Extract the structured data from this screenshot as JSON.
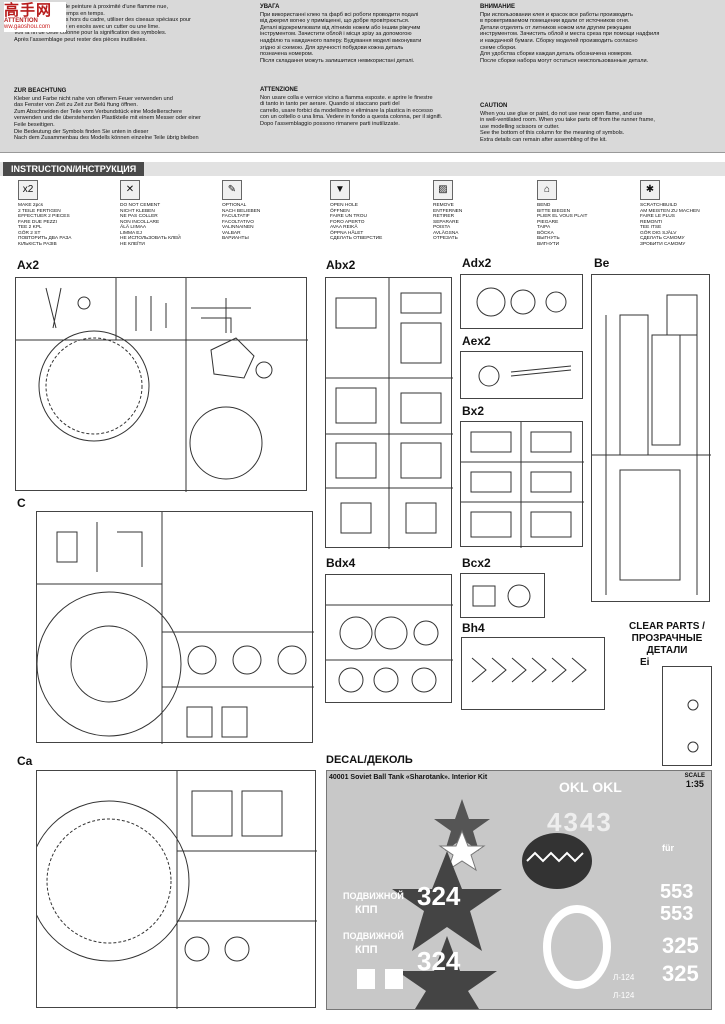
{
  "logo": {
    "brand": "高手网",
    "attention": "ATTENTION",
    "url": "ww.gaoshou.com"
  },
  "warnings": [
    {
      "id": "fr",
      "title": "",
      "text": "...tuliser de colle ou de peinture à proximité d'une flamme nue,\net aérer la pièce de temps en temps.\nPour retirer les pièces hors du cadre, utiliser des ciseaux spéciaux pour\nmaquette le plastique en excès avec un cutter ou une lime.\nVoir la fin de cette colonne pour la signification des symboles.\nAprès l'assemblage peut rester des pièces inutilisées."
    },
    {
      "id": "de",
      "title": "ZUR BEACHTUNG",
      "text": "Kleber und Farbe nicht nahe von offenem Feuer verwenden und\ndas Fenster von Zeit zu Zeit zur Belü ftung öffnen.\nZum Abschneiden der Teile vom Verbundstück eine Modellierschere\nverwenden und die überstehenden Plastikteile mit einem Messer oder einer\nFeile beseitigen.\nDie Bedeutung der Symbols finden Sie unten in dieser\nNach dem Zusammenbau des Modells können einzelne Teile übrig bleiben"
    },
    {
      "id": "ua",
      "title": "УВАГА",
      "text": "При використанні клею та фарб всі роботи проводити подалі\nвід джерел вогню у приміщенні, що добре провітрюється.\nДеталі відокремлювати від літників ножем або іншим ріжучим\nінструментом. Зачистити облой і місця зрізу за допомогою\nнадфілю та наждачного паперу. Будування моделі виконувати\nзгідно зі схемою. Для зручності побудови кожна деталь\nпозначена номером.\nПісля складання можуть залишитися невикористані деталі."
    },
    {
      "id": "it",
      "title": "ATTENZIONE",
      "text": "Non usare colla e vernice vicino a fiamma esposte. e aprire le finestre\ndi tanto in tanto per aerare. Quando si staccano parti del\ncarrello, usare forbici da modellismo e eliminare la plastica in eccesso\ncon un coltello o una lima. Vedere in fondo a questa colonna, per il signifi.\nDopo l'assemblaggio possono rimanere parti inutilizzate."
    },
    {
      "id": "ru",
      "title": "ВНИМАНИЕ",
      "text": "При использовании клея и красок все работы производить\nв проветриваемом помещении вдали от источников огня.\nДетали отделять от литников ножом или другим режущим\nинструментом. Зачистить облой и места среза при помощи надфиля\nи наждачной бумаги. Сборку моделей производить согласно\nсхеме сборки.\nДля удобства сборки каждая деталь обозначена номером.\nПосле сборки набора могут остаться неиспользованные детали."
    },
    {
      "id": "en",
      "title": "CAUTION",
      "text": "When you use glue or paint, do not use near open flame, and use\nin well-ventilated room. When you take parts off from the runner frame,\nuse modelling scissors or cutter.\nSee the bottom of this column for the meaning of symbols.\nExtra details can remain after assembling of the kit."
    }
  ],
  "section_label": "INSTRUCTION/ИНСТРУКЦИЯ",
  "symbols": [
    {
      "icon": "x2",
      "text": "MAKE 2pcs\n2 TEILE FERTIGEN\nEFFECTUER 2 PIECES\nFARE DUE PEZZI\nTEE 2 KPL\nGÖR 2 ST\nПОВТОРИТЬ ДВА РАЗА\nКІЛЬКІСТЬ РАЗІВ"
    },
    {
      "icon": "✕",
      "text": "DO NOT CEMENT\nNICHT KLEBEN\nNE PAS COLLER\nNON INCOLLARE\nÄLÄ LIIMAA\nLIMMA EJ\nНЕ ИСПОЛЬЗОВАТЬ КЛЕЙ\nНЕ КЛЕЇТИ"
    },
    {
      "icon": "✎",
      "text": "OPTIONAL\nNACH BELIEBEN\nFACULTATIF\nFACOLTATIVO\nVALINNAINEN\nVALBAR\nВАРИАНТЫ"
    },
    {
      "icon": "▼",
      "text": "OPEN HOLE\nÖFFNEN\nFAIRE UN TROU\nFORO APERTO\nAVAA REIKÄ\nÖPPNA HÅLET\nСДЕЛАТЬ ОТВЕРСТИЕ"
    },
    {
      "icon": "▨",
      "text": "REMOVE\nENTFERNEN\nRETIRER\nSEPARARE\nPOISTA\nAVLÄGSNA\nОТРЕЗАТЬ"
    },
    {
      "icon": "⌂",
      "text": "BEND\nBITTE BIEGEN\nPLIER EL VOUS PLAIT\nPIEGARE\nTAIPA\nBÖCKA\nВЫГНУТЬ\nВИГНУТИ"
    },
    {
      "icon": "✱",
      "text": "SCRATCHBUILD\nAM MEISTEN ZU MACHEN\nFAIRE LE PLUS\nREMONTI\nTEE ITSE\nGÖR DIG SJÄLV\nСДЕЛАТЬ САМОМУ\nЗРОБИТИ САМОМУ"
    }
  ],
  "parts": [
    {
      "key": "ax2",
      "label": "Ax2"
    },
    {
      "key": "abx2",
      "label": "Abx2"
    },
    {
      "key": "adx2",
      "label": "Adx2"
    },
    {
      "key": "be",
      "label": "Be"
    },
    {
      "key": "aex2",
      "label": "Aex2"
    },
    {
      "key": "bx2",
      "label": "Bx2"
    },
    {
      "key": "c",
      "label": "C"
    },
    {
      "key": "bdx4",
      "label": "Bdx4"
    },
    {
      "key": "bcx2",
      "label": "Bcx2"
    },
    {
      "key": "bh4",
      "label": "Bh4"
    },
    {
      "key": "ca",
      "label": "Ca"
    }
  ],
  "clear_parts": {
    "line1": "CLEAR PARTS /",
    "line2": "ПРОЗРАЧНЫЕ",
    "line3": "ДЕТАЛИ",
    "label": "Ei"
  },
  "decal": {
    "heading": "DECAL/ДЕКОЛЬ",
    "sheet_title": "40001 Soviet Ball Tank «Sharotank». Interior Kit",
    "scale_label": "SCALE",
    "scale": "1:35",
    "markings": {
      "m4343": "4343",
      "m553a": "553",
      "m553b": "553",
      "m325a": "325",
      "m325b": "325",
      "m324a": "324",
      "m324b": "324",
      "okl": "OKL OKL",
      "fur": "für",
      "kpp1": "ПОДВИЖНОЙ",
      "kpp2": "КПП",
      "kpp3": "ПОДВИЖНОЙ",
      "kpp4": "КПП",
      "l124a": "Л-124",
      "l124b": "Л-124"
    }
  }
}
